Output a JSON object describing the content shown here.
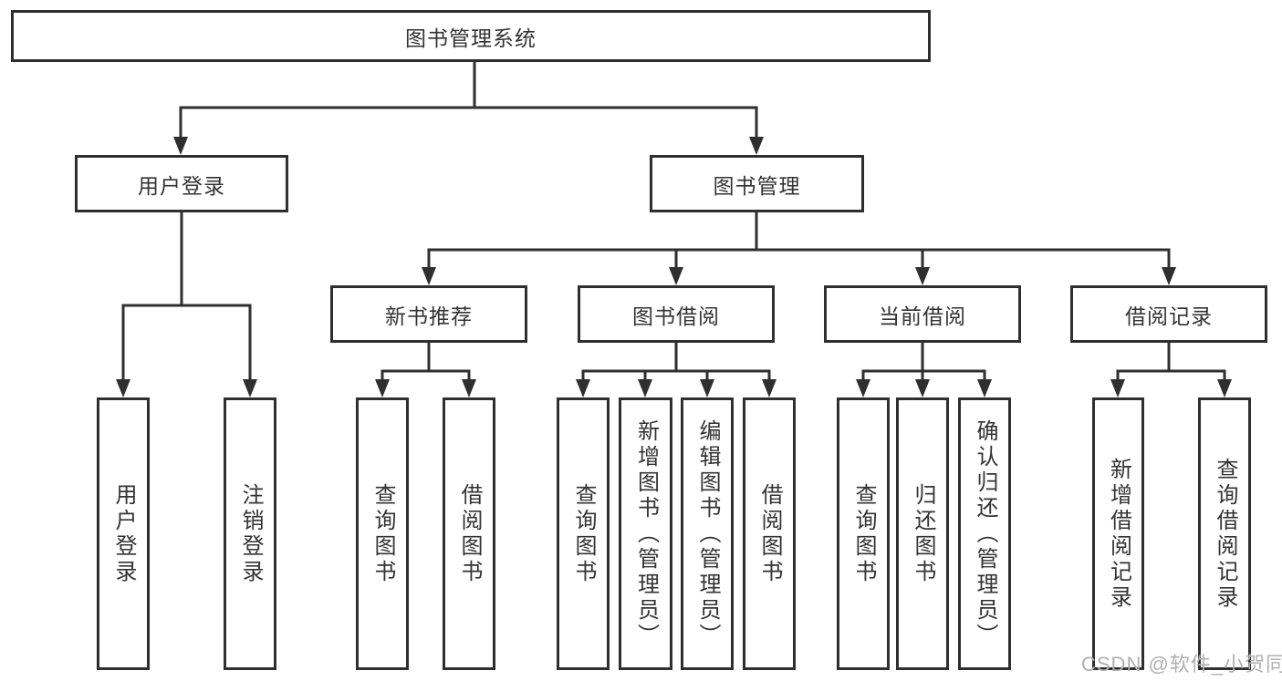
{
  "tree": {
    "label": "图书管理系统",
    "children": [
      {
        "label": "用户登录",
        "children": [
          {
            "label": "用户登录"
          },
          {
            "label": "注销登录"
          }
        ]
      },
      {
        "label": "图书管理",
        "children": [
          {
            "label": "新书推荐",
            "children": [
              {
                "label": "查询图书"
              },
              {
                "label": "借阅图书"
              }
            ]
          },
          {
            "label": "图书借阅",
            "children": [
              {
                "label": "查询图书"
              },
              {
                "label": "新增图书（管理员）"
              },
              {
                "label": "编辑图书（管理员）"
              },
              {
                "label": "借阅图书"
              }
            ]
          },
          {
            "label": "当前借阅",
            "children": [
              {
                "label": "查询图书"
              },
              {
                "label": "归还图书"
              },
              {
                "label": "确认归还（管理员）"
              }
            ]
          },
          {
            "label": "借阅记录",
            "children": [
              {
                "label": "新增借阅记录"
              },
              {
                "label": "查询借阅记录"
              }
            ]
          }
        ]
      }
    ]
  },
  "watermark": {
    "text": "CSDN @软件_小贺同学"
  },
  "colors": {
    "line": "#2f2f2f",
    "text": "#333333",
    "watermark": "#b0b0b0",
    "background": "#ffffff"
  }
}
